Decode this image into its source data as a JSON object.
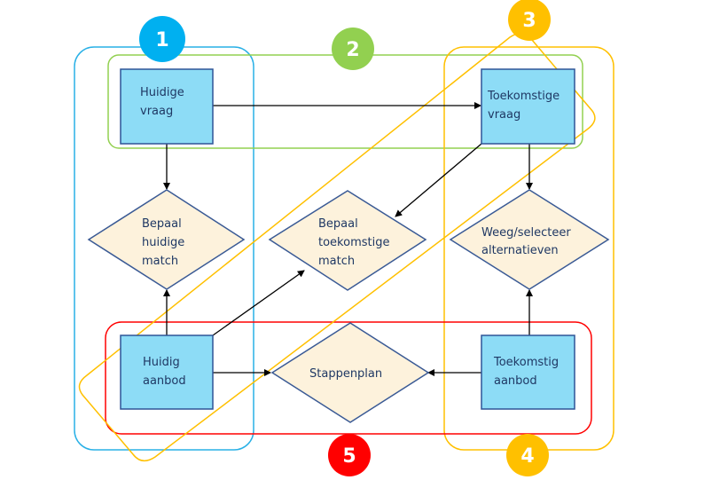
{
  "diagram": {
    "colors": {
      "box_fill": "#8ddcf6",
      "box_stroke": "#2f5597",
      "diamond_fill": "#fdf2dc",
      "diamond_stroke": "#3a5a95",
      "arrow": "#000000",
      "group1": "#29b0e6",
      "group2": "#92d050",
      "group3": "#ffc000",
      "group4": "#ffc000",
      "group5": "#ff0000",
      "text": "#1f3864"
    },
    "groups": [
      {
        "id": "1",
        "label": "1"
      },
      {
        "id": "2",
        "label": "2"
      },
      {
        "id": "3",
        "label": "3"
      },
      {
        "id": "4",
        "label": "4"
      },
      {
        "id": "5",
        "label": "5"
      }
    ],
    "nodes": {
      "huidige_vraag": {
        "shape": "box",
        "lines": [
          "Huidige",
          "vraag"
        ]
      },
      "toekomstige_vraag": {
        "shape": "box",
        "lines": [
          "Toekomstige",
          "vraag"
        ]
      },
      "huidig_aanbod": {
        "shape": "box",
        "lines": [
          "Huidig",
          "aanbod"
        ]
      },
      "toekomstig_aanbod": {
        "shape": "box",
        "lines": [
          "Toekomstig",
          "aanbod"
        ]
      },
      "bepaal_huidige_match": {
        "shape": "diamond",
        "lines": [
          "Bepaal",
          "huidige",
          "match"
        ]
      },
      "bepaal_toekomstige_match": {
        "shape": "diamond",
        "lines": [
          "Bepaal",
          "toekomstige",
          "match"
        ]
      },
      "weeg_selecteer": {
        "shape": "diamond",
        "lines": [
          "Weeg/selecteer",
          "alternatieven"
        ]
      },
      "stappenplan": {
        "shape": "diamond",
        "lines": [
          "Stappenplan"
        ]
      }
    },
    "edges": [
      {
        "from": "huidige_vraag",
        "to": "toekomstige_vraag"
      },
      {
        "from": "huidige_vraag",
        "to": "bepaal_huidige_match"
      },
      {
        "from": "toekomstige_vraag",
        "to": "bepaal_toekomstige_match"
      },
      {
        "from": "toekomstige_vraag",
        "to": "weeg_selecteer"
      },
      {
        "from": "huidig_aanbod",
        "to": "bepaal_huidige_match"
      },
      {
        "from": "huidig_aanbod",
        "to": "bepaal_toekomstige_match"
      },
      {
        "from": "huidig_aanbod",
        "to": "stappenplan"
      },
      {
        "from": "toekomstig_aanbod",
        "to": "stappenplan"
      },
      {
        "from": "toekomstig_aanbod",
        "to": "weeg_selecteer"
      }
    ]
  }
}
